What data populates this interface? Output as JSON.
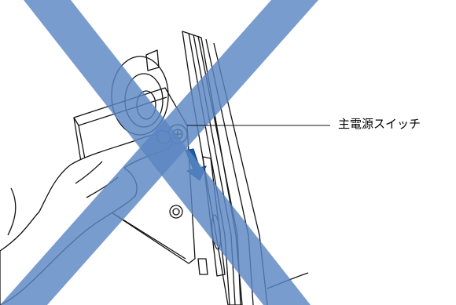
{
  "callout": {
    "label": "主電源スイッチ"
  },
  "figure": {
    "subject": "hand-pressing-main-power-switch-on-device-side",
    "prohibition_mark": "cross-x",
    "colors": {
      "cross_fill": "#5b86c3",
      "line_art": "#111111",
      "arrow_fill": "#1f5fb0",
      "background": "#ffffff"
    }
  }
}
